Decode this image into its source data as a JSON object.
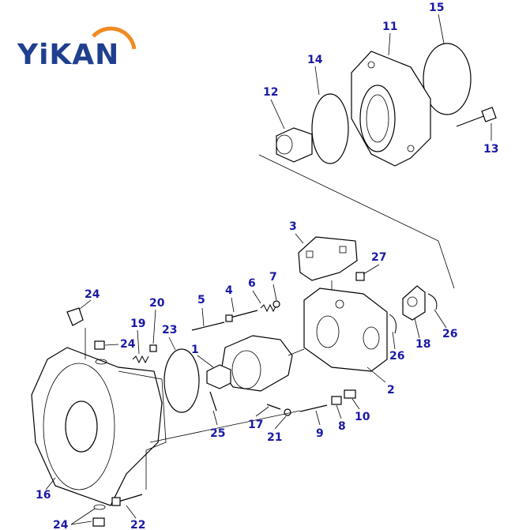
{
  "logo": {
    "text": "YiKAN",
    "colors": {
      "letters": "#1f3f8f",
      "arc": "#f08a24"
    }
  },
  "callout_color": "#1a1aa6",
  "callouts": [
    "1",
    "2",
    "3",
    "4",
    "5",
    "6",
    "7",
    "8",
    "9",
    "10",
    "11",
    "12",
    "13",
    "14",
    "15",
    "16",
    "17",
    "18",
    "19",
    "20",
    "21",
    "22",
    "23",
    "24",
    "25",
    "26",
    "27"
  ]
}
